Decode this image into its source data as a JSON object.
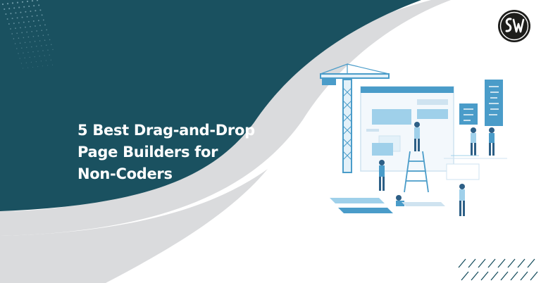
{
  "banner": {
    "headline_lines": [
      "5 Best Drag-and-Drop",
      "Page Builders for",
      "Non-Coders"
    ],
    "logo_icon": "sw-monogram-logo",
    "illustration": "website-construction-illustration",
    "colors": {
      "teal": "#1a5160",
      "gray": "#dadbdd",
      "accent_blue": "#4a9cc9",
      "light_blue": "#9fd0ea"
    }
  }
}
